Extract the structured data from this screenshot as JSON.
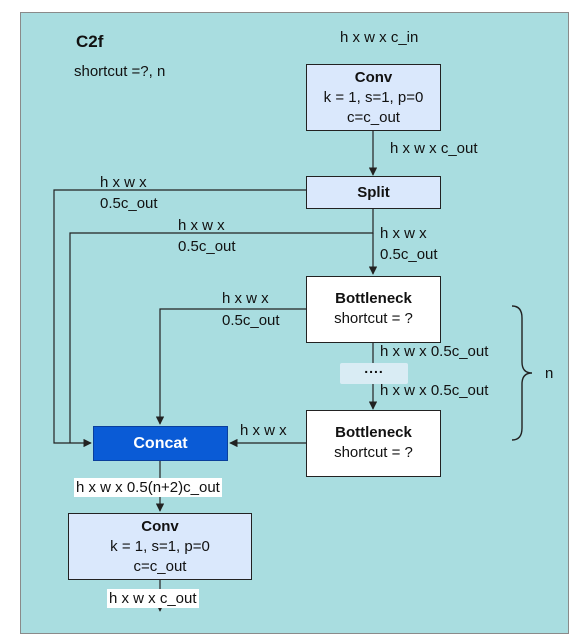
{
  "title": "C2f",
  "params": "shortcut =?, n",
  "input_dims": "h x w x c_in",
  "conv1": {
    "name": "Conv",
    "line1": "k = 1, s=1, p=0",
    "line2": "c=c_out"
  },
  "conv1_out": "h x w x c_out",
  "split": {
    "name": "Split"
  },
  "split_out_left": {
    "line1": "h x w x",
    "line2": "0.5c_out"
  },
  "split_out_mid": {
    "line1": "h x w x",
    "line2": "0.5c_out"
  },
  "split_out_down": {
    "line1": "h x w x",
    "line2": "0.5c_out"
  },
  "bottleneck1": {
    "name": "Bottleneck",
    "shortcut": "shortcut = ?"
  },
  "bottleneck1_side": {
    "line1": "h x w x",
    "line2": "0.5c_out"
  },
  "bottleneck1_out": "h x w x 0.5c_out",
  "ellipsis": "....",
  "bottleneck_n_in": "h x w x 0.5c_out",
  "brace_label": "n",
  "bottleneck2": {
    "name": "Bottleneck",
    "shortcut": "shortcut = ?"
  },
  "bottleneck2_side": "h x w x",
  "concat": {
    "name": "Concat"
  },
  "concat_out": "h x w x 0.5(n+2)c_out",
  "conv2": {
    "name": "Conv",
    "line1": "k = 1, s=1, p=0",
    "line2": "c=c_out"
  },
  "conv2_out": "h x w x c_out",
  "colors": {
    "background": "#a9dde0",
    "conv_fill": "#dae8fc",
    "concat_fill": "#0a5bd6",
    "line": "#222222"
  }
}
